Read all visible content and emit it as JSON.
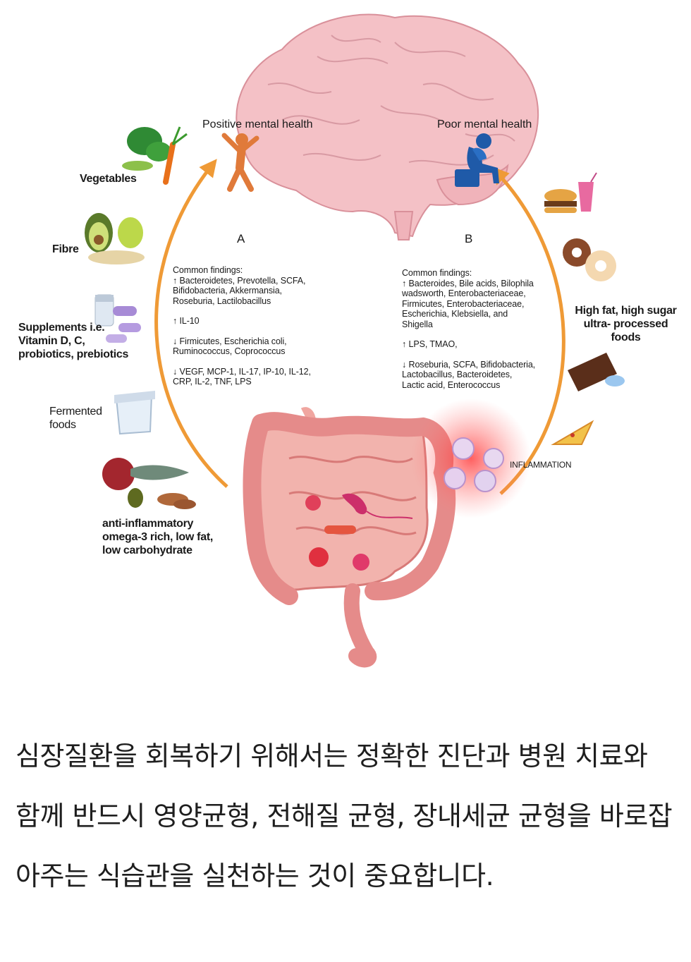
{
  "diagram": {
    "positive_label": "Positive mental health",
    "poor_label": "Poor mental health",
    "section_a": {
      "letter": "A",
      "heading": "Common findings:",
      "lines_1": [
        "↑ Bacteroidetes, Prevotella, SCFA,",
        "Bifidobacteria, Akkermansia,",
        "Roseburia, Lactilobacillus"
      ],
      "line_2": "↑ IL-10",
      "lines_3": [
        "↓ Firmicutes, Escherichia coli,",
        "Ruminococcus, Coprococcus"
      ],
      "lines_4": [
        "↓ VEGF, MCP-1, IL-17, IP-10, IL-12,",
        "CRP, IL-2, TNF, LPS"
      ]
    },
    "section_b": {
      "letter": "B",
      "heading": "Common findings:",
      "lines_1": [
        "↑ Bacteroides, Bile acids, Bilophila",
        "wadsworth, Enterobacteriaceae,",
        "Firmicutes, Enterobacteriaceae,",
        "Escherichia, Klebsiella, and",
        "Shigella"
      ],
      "line_2": "↑ LPS, TMAO,",
      "lines_3": [
        "↓ Roseburia, SCFA, Bifidobacteria,",
        "Lactobacillus,  Bacteroidetes,",
        "Lactic acid, Enterococcus"
      ]
    },
    "left_foods": {
      "vegetables": "Vegetables",
      "fibre": "Fibre",
      "supplements": [
        "Supplements i.e.",
        "Vitamin D, C,",
        "probiotics, prebiotics"
      ],
      "fermented": [
        "Fermented",
        "foods"
      ],
      "anti_inflammatory": [
        "anti-inflammatory",
        "omega-3 rich, low fat,",
        "low carbohydrate"
      ]
    },
    "right_foods": {
      "processed": [
        "High fat, high sugar",
        "ultra- processed",
        "foods"
      ],
      "inflammation": "INFLAMMATION"
    },
    "colors": {
      "arrow": "#ef9a36",
      "brain": "#f4c1c6",
      "intestine": "#e58b8a",
      "positive_figure": "#e07a3a",
      "poor_figure": "#1f5aa8"
    }
  },
  "caption": {
    "text": "심장질환을 회복하기 위해서는 정확한 진단과 병원 치료와 함께 반드시 영양균형, 전해질 균형, 장내세균 균형을 바로잡아주는 식습관을 실천하는 것이 중요합니다."
  }
}
